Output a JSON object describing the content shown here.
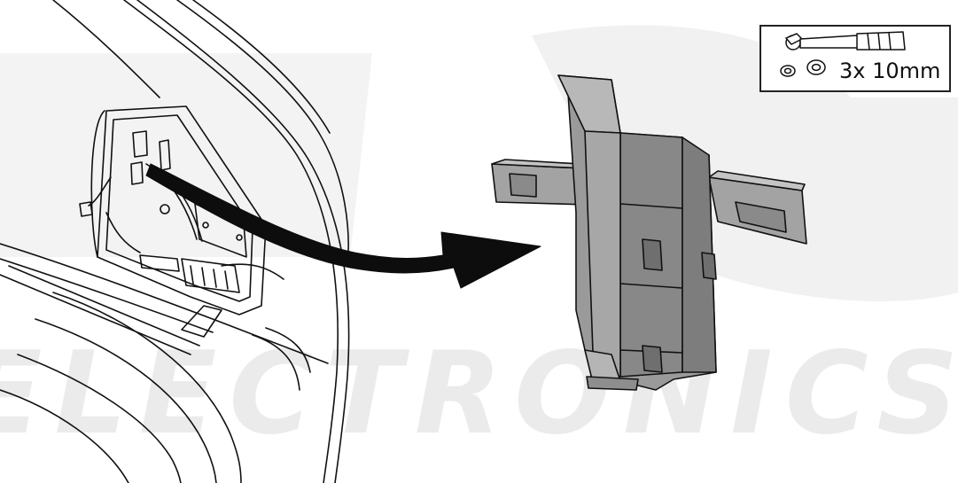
{
  "watermark": {
    "text": "ELECTRONICS"
  },
  "tool_box": {
    "label": "3x 10mm",
    "icons": [
      "ratchet-wrench-icon",
      "socket-icon"
    ]
  },
  "illustration": {
    "left": "car-trunk-side-panel",
    "arrow": "curved-arrow-right",
    "right": "plastic-mounting-bracket"
  },
  "colors": {
    "line": "#111111",
    "bracket": "#9a9a9a",
    "bracket_shade": "#7d7d7d",
    "watermark": "#ebebeb",
    "arrow": "#0d0d0d"
  }
}
